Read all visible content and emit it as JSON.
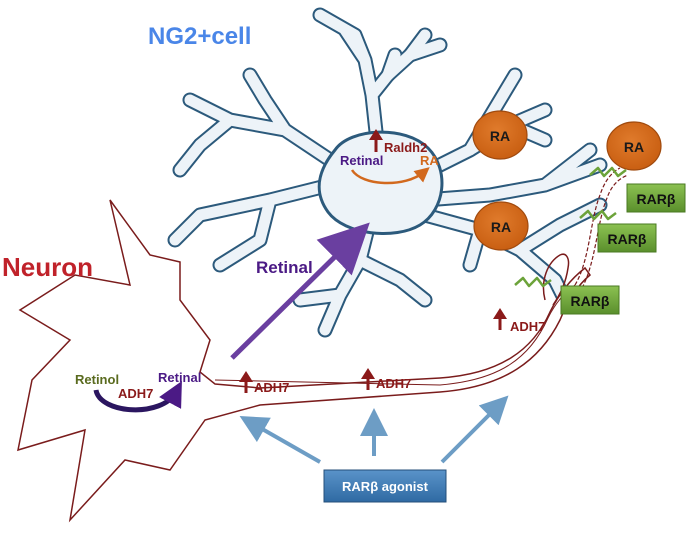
{
  "cell_labels": {
    "ng2": "NG2+cell",
    "neuron": "Neuron"
  },
  "ng2_cell": {
    "retinal": "Retinal",
    "raldh2": "Raldh2",
    "ra": "RA"
  },
  "neuron_soma": {
    "retinol": "Retinol",
    "adh7": "ADH7",
    "retinal": "Retinal"
  },
  "retinal_transfer": "Retinal",
  "axon_labels": [
    "ADH7",
    "ADH7",
    "ADH7"
  ],
  "ra_bubbles": [
    "RA",
    "RA",
    "RA"
  ],
  "receptors": [
    "RARβ",
    "RARβ",
    "RARβ"
  ],
  "agonist_label": "RARβ agonist",
  "colors": {
    "ng2_label": "#4a86e8",
    "neuron_label": "#c0222a",
    "glia_outline": "#2c5a7c",
    "glia_fill": "#edf3f8",
    "neuron_outline": "#7a1c1c",
    "up_arrow": "#8b1a1a",
    "retinal_text": "#4b1a85",
    "ra_text": "#d2691e",
    "ra_bubble": "#d2691e",
    "receptor_fill": "#6ca33a",
    "agonist_fill": "#3f7ab5",
    "agonist_arrows": "#6d9dc5",
    "retinol_text": "#5a6b1f"
  }
}
